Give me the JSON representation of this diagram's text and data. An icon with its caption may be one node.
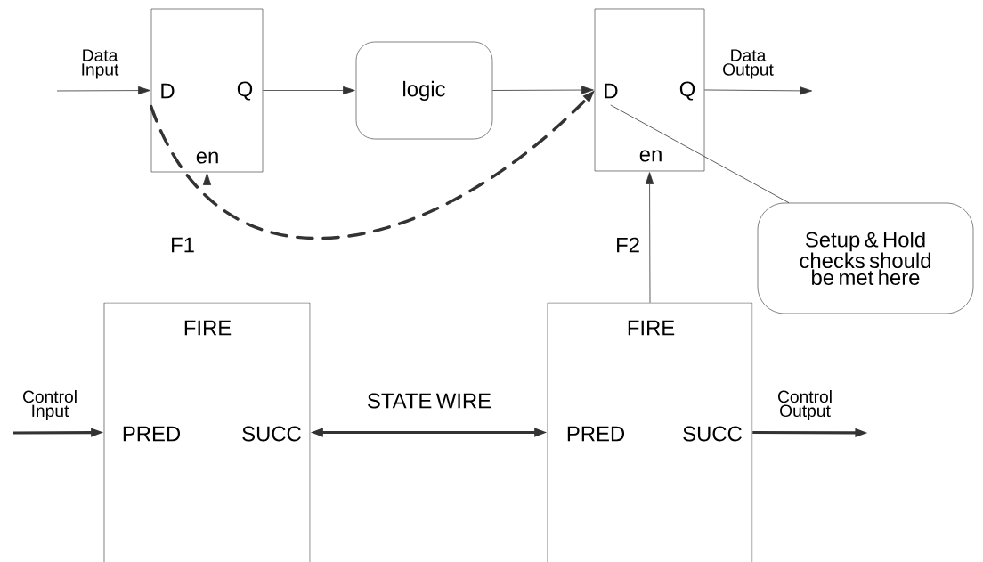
{
  "diagram": {
    "nodes": [
      {
        "text": [
          "D",
          "Q",
          "en"
        ]
      },
      {
        "text": [
          "logic"
        ]
      },
      {
        "text": [
          "D",
          "Q",
          "en"
        ]
      },
      {
        "text": [
          "Setup & Hold checks should be met here"
        ]
      },
      {
        "text": [
          "FIRE",
          "PRED",
          "SUCC"
        ]
      },
      {
        "text": [
          "FIRE",
          "PRED",
          "SUCC"
        ]
      }
    ],
    "edges": [
      {
        "from": null,
        "to": 0,
        "arrow": "to",
        "label": "Data Input"
      },
      {
        "from": 0,
        "to": 1,
        "arrow": "to"
      },
      {
        "from": 1,
        "to": 2,
        "arrow": "to"
      },
      {
        "from": 2,
        "to": null,
        "arrow": "to",
        "label": "Data Output"
      },
      {
        "from": 4,
        "to": 0,
        "arrow": "to",
        "label": "F1"
      },
      {
        "from": 5,
        "to": 2,
        "arrow": "to",
        "label": "F2"
      },
      {
        "from": null,
        "to": 4,
        "arrow": "to",
        "label": "Control Input",
        "style": "thick"
      },
      {
        "from": 4,
        "to": 5,
        "arrow": "both",
        "label": "STATE WIRE",
        "style": "thick"
      },
      {
        "from": 5,
        "to": null,
        "arrow": "to",
        "label": "Control Output",
        "style": "thick"
      },
      {
        "from": 0,
        "to": 2,
        "arrow": "to",
        "style": "dashed"
      },
      {
        "from": 3,
        "to": 2,
        "arrow": "none"
      }
    ]
  }
}
